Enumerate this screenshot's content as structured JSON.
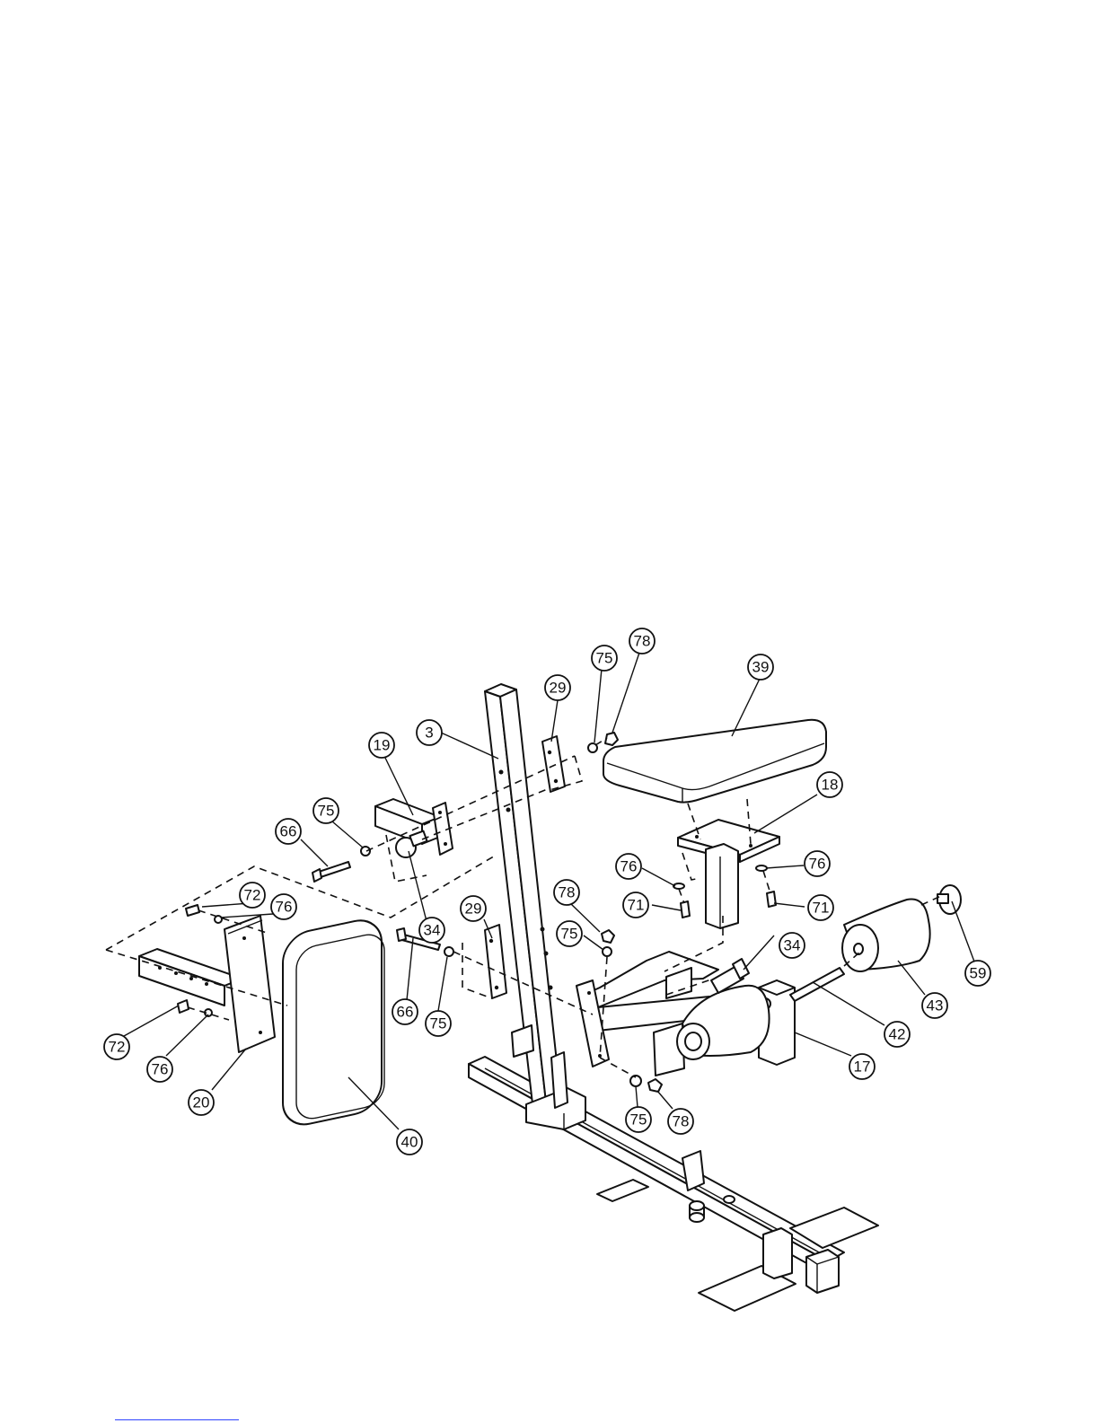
{
  "callouts": {
    "c3": "3",
    "c17": "17",
    "c18": "18",
    "c19": "19",
    "c20": "20",
    "c29a": "29",
    "c29b": "29",
    "c34a": "34",
    "c34b": "34",
    "c39": "39",
    "c40": "40",
    "c42": "42",
    "c43": "43",
    "c59": "59",
    "c66a": "66",
    "c66b": "66",
    "c71a": "71",
    "c71b": "71",
    "c72a": "72",
    "c72b": "72",
    "c75a": "75",
    "c75b": "75",
    "c75c": "75",
    "c75d": "75",
    "c75e": "75",
    "c76a": "76",
    "c76b": "76",
    "c76c": "76",
    "c76d": "76",
    "c78a": "78",
    "c78b": "78",
    "c78c": "78"
  }
}
